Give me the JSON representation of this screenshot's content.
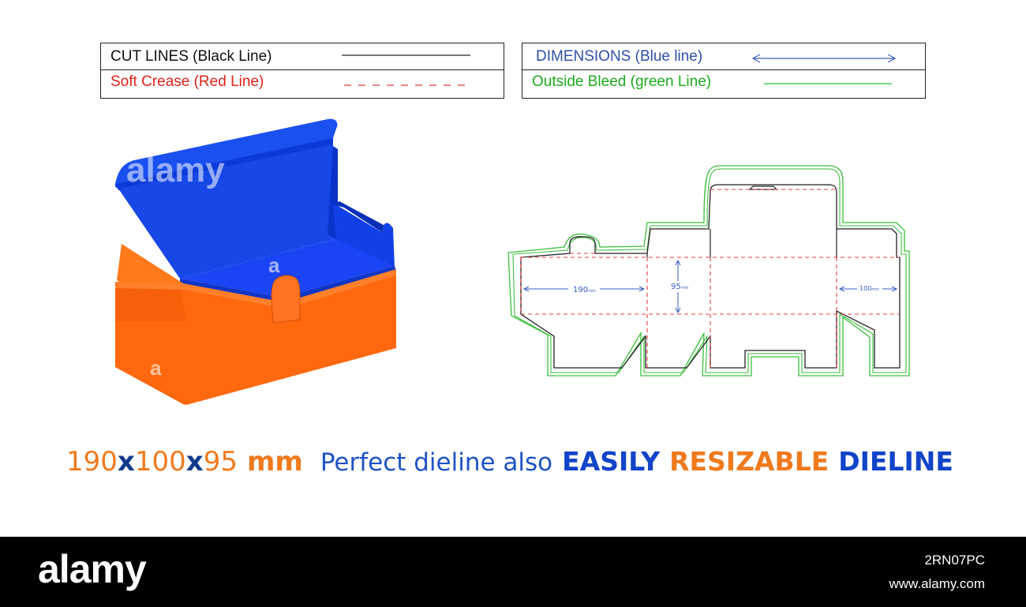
{
  "legend": {
    "cut_lines": "CUT LINES (Black Line)",
    "soft_crease": "Soft Crease (Red Line)",
    "dimensions": "DIMENSIONS (Blue line)",
    "outside_bleed": "Outside Bleed (green Line)"
  },
  "colors": {
    "cut": "#222222",
    "crease": "#e83c3c",
    "dimension": "#3a5fc4",
    "bleed": "#2ec02e",
    "box_orange": "#ff6a10",
    "box_blue": "#0d3be0"
  },
  "dieline": {
    "length": "190",
    "height": "95",
    "width": "100",
    "unit": "mm"
  },
  "tagline": {
    "d1": "190",
    "x1": "x",
    "d2": "100",
    "x2": "x",
    "d3": "95",
    "unit": "mm",
    "middle": "Perfect dieline also",
    "easily": "EASILY",
    "resizable": "RESIZABLE",
    "dieline": "DIELINE"
  },
  "watermark": {
    "logo": "alamy",
    "mark": "a",
    "image_id": "2RN07PC",
    "site": "www.alamy.com"
  }
}
